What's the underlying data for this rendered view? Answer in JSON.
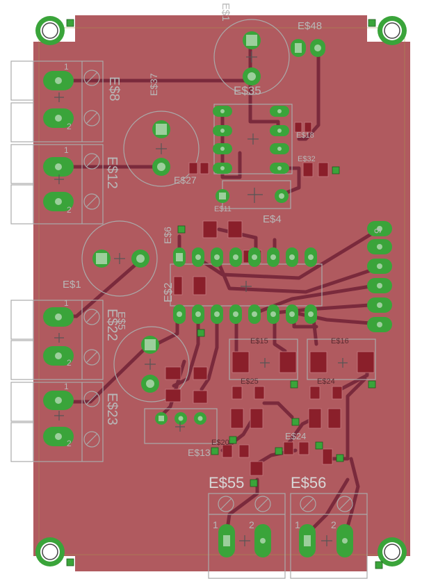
{
  "board": {
    "colors": {
      "board": "#b05a5f",
      "trace": "#7a2a3c",
      "pad_ring": "#3aa43a",
      "pad_center": "#9ccf9c",
      "smd": "#8a1f2a",
      "silk": "#aaaaaa",
      "silk_dark": "#555555"
    }
  },
  "labels": {
    "e1": "E$1",
    "e2": "E$2",
    "e4": "E$4",
    "e5": "E$5",
    "e6": "E$6",
    "e8": "E$8",
    "e11": "E$11",
    "e12": "E$12",
    "e13": "E$13",
    "e15": "E$15",
    "e16": "E$16",
    "e18": "E$18",
    "e20": "E$20",
    "e22": "E$22",
    "e23": "E$23",
    "e24": "E$24",
    "e25": "E$25",
    "e27": "E$27",
    "e32": "E$32",
    "e35": "E$35",
    "e37": "E$37",
    "e48": "E$48",
    "e55": "E$55",
    "e56": "E$56",
    "e1_top": "E$1",
    "pin1": "1",
    "pin2": "2",
    "pin9": "9"
  }
}
